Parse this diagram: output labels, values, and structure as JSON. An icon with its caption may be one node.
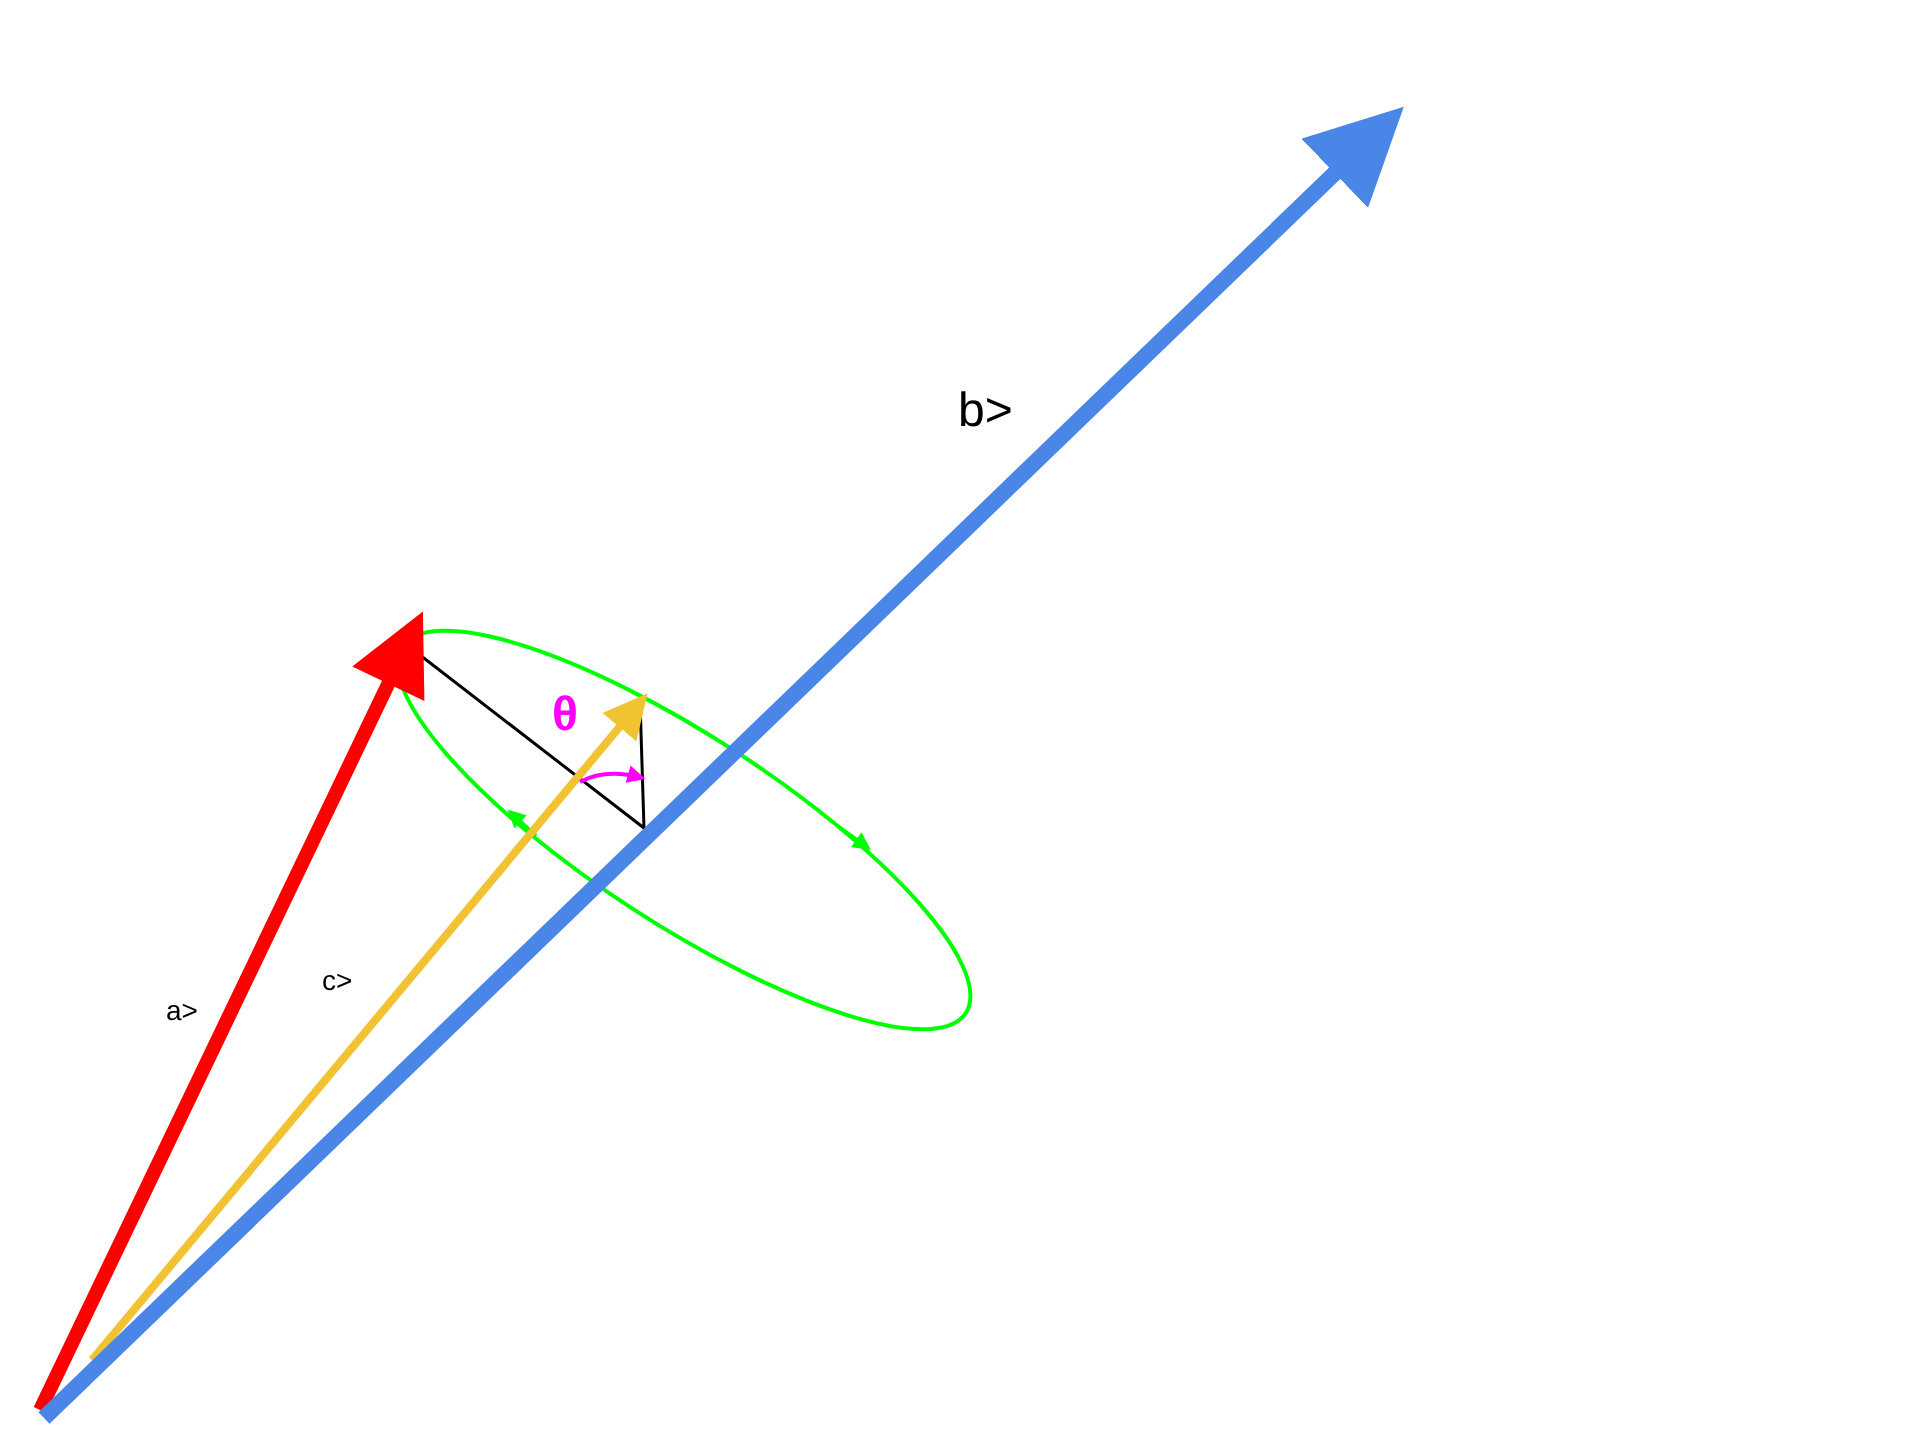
{
  "diagram": {
    "labels": [
      "b>",
      "θ",
      "c>",
      "a>"
    ]
  }
}
